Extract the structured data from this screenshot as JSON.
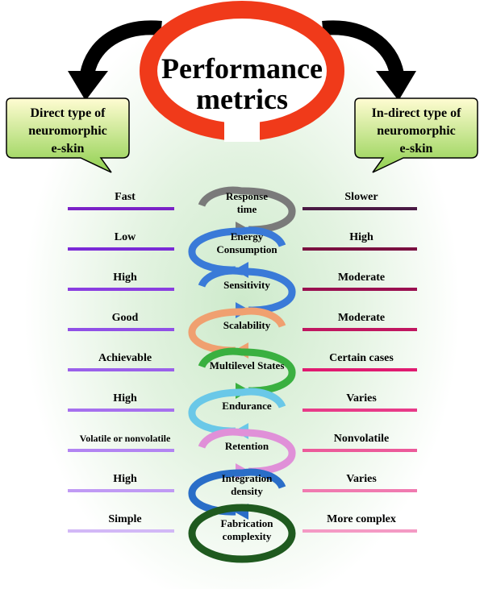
{
  "title": {
    "line1": "Performance",
    "line2": "metrics"
  },
  "left_box": {
    "lines": [
      "Direct type of",
      "neuromorphic",
      "e-skin"
    ]
  },
  "right_box": {
    "lines": [
      "In-direct type of",
      "neuromorphic",
      "e-skin"
    ]
  },
  "rows": [
    {
      "metric": [
        "Response",
        "time"
      ],
      "direct": "Fast",
      "indirect": "Slower",
      "left_color": "#7a22c6",
      "right_color": "#4a1a44",
      "arc_color": "#7a7a7a"
    },
    {
      "metric": [
        "Energy",
        "Consumption"
      ],
      "direct": "Low",
      "indirect": "High",
      "left_color": "#7a2ad6",
      "right_color": "#7a1040",
      "arc_color": "#3a7ad8"
    },
    {
      "metric": [
        "Sensitivity"
      ],
      "direct": "High",
      "indirect": "Moderate",
      "left_color": "#8a3ee0",
      "right_color": "#9a1050",
      "arc_color": "#3a7ad8"
    },
    {
      "metric": [
        "Scalability"
      ],
      "direct": "Good",
      "indirect": "Moderate",
      "left_color": "#9050e6",
      "right_color": "#c01660",
      "arc_color": "#f0a070"
    },
    {
      "metric": [
        "Multilevel States"
      ],
      "direct": "Achievable",
      "indirect": "Certain cases",
      "left_color": "#9a60ea",
      "right_color": "#e01a70",
      "arc_color": "#3ab040"
    },
    {
      "metric": [
        "Endurance"
      ],
      "direct": "High",
      "indirect": "Varies",
      "left_color": "#a670ee",
      "right_color": "#e83a88",
      "arc_color": "#6ac8e8"
    },
    {
      "metric": [
        "Retention"
      ],
      "direct": "Volatile or nonvolatile",
      "indirect": "Nonvolatile",
      "left_color": "#b284f2",
      "right_color": "#ec5a9a",
      "arc_color": "#e090d8"
    },
    {
      "metric": [
        "Integration",
        "density"
      ],
      "direct": "High",
      "indirect": "Varies",
      "left_color": "#c09af4",
      "right_color": "#f07ab0",
      "arc_color": "#2a6ec8"
    },
    {
      "metric": [
        "Fabrication",
        "complexity"
      ],
      "direct": "Simple",
      "indirect": "More complex",
      "left_color": "#d2b8f6",
      "right_color": "#f49ac4",
      "arc_color": "#1f5a1f"
    }
  ],
  "colors": {
    "title_ring": "#f03a1a",
    "callout_top": "#fffcd2",
    "callout_bottom": "#90d050",
    "arrow": "#000000"
  }
}
